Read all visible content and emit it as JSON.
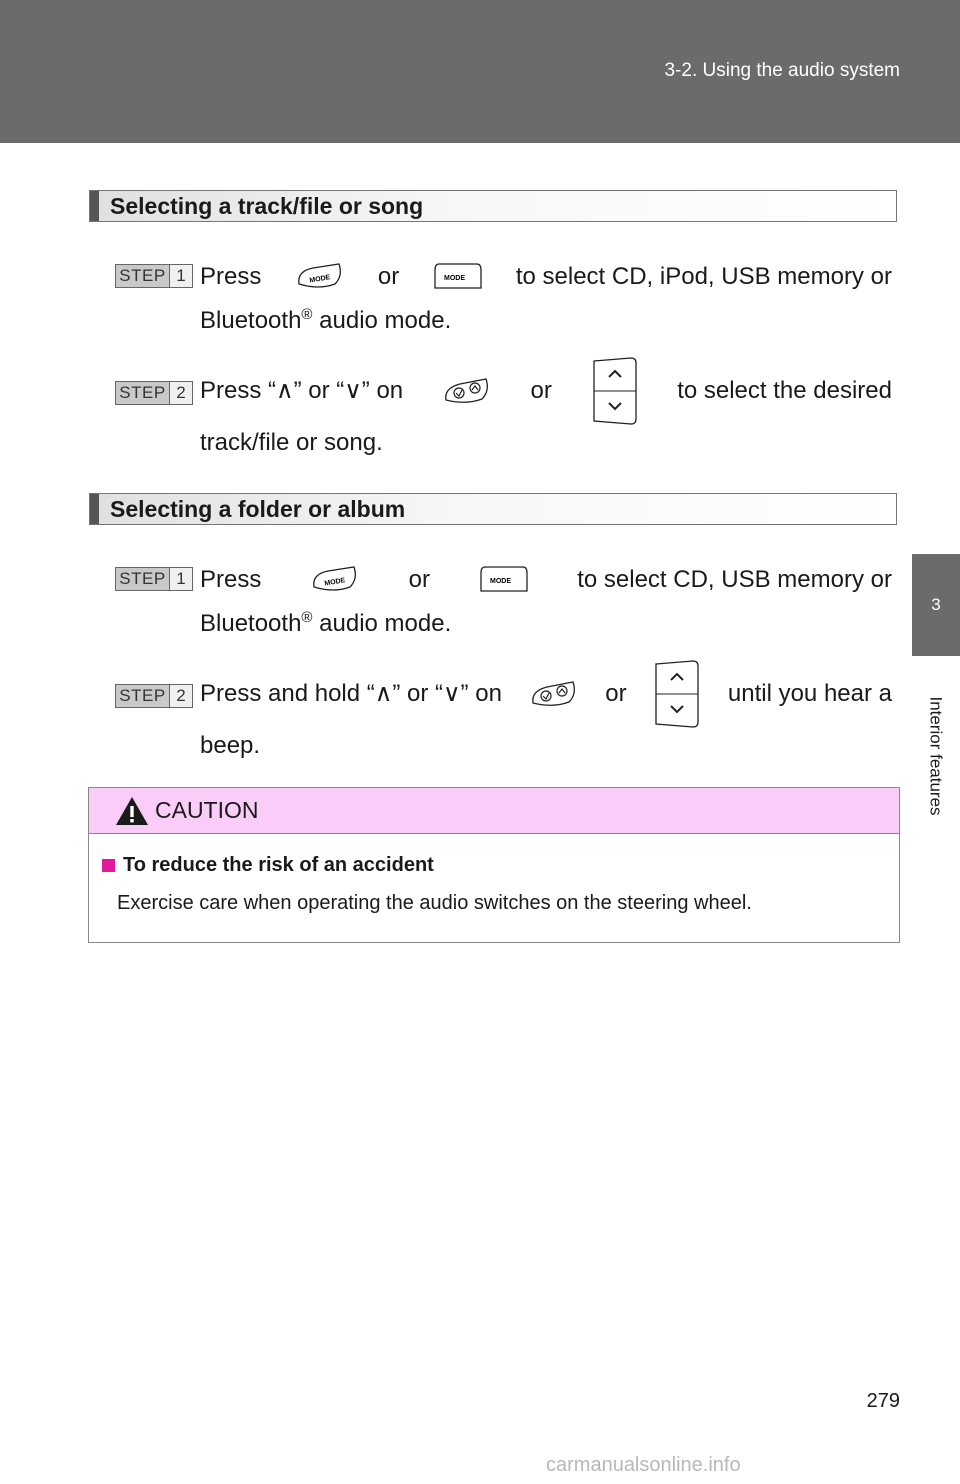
{
  "header": {
    "title": "3-2. Using the audio system"
  },
  "side": {
    "chapter_number": "3",
    "chapter_label": "Interior features"
  },
  "sections": [
    {
      "heading": "Selecting a track/file or song",
      "steps": [
        {
          "step_word": "STEP",
          "step_num": "1",
          "press": "Press",
          "or": "or",
          "rest": "to select CD, iPod, USB memory or",
          "line2": "Bluetooth",
          "reg": "®",
          "line2_rest": " audio mode."
        },
        {
          "step_word": "STEP",
          "step_num": "2",
          "lead": "Press “∧” or “∨” on",
          "or": "or",
          "rest": "to select the desired",
          "line2": "track/file or song."
        }
      ]
    },
    {
      "heading": "Selecting a folder or album",
      "steps": [
        {
          "step_word": "STEP",
          "step_num": "1",
          "press": "Press",
          "or": "or",
          "rest": "to select CD, USB memory or",
          "line2": "Bluetooth",
          "reg": "®",
          "line2_rest": " audio mode."
        },
        {
          "step_word": "STEP",
          "step_num": "2",
          "lead": "Press and hold “∧” or “∨” on",
          "or": "or",
          "rest": "until you hear a",
          "line2": "beep."
        }
      ]
    }
  ],
  "icons": {
    "mode_label": "MODE",
    "mode_button": "mode-button-icon",
    "seek_switch": "seek-switch-icon",
    "up_down_switch": "up-down-switch-icon",
    "warning": "warning-triangle-icon"
  },
  "caution": {
    "title": "CAUTION",
    "subheading": "To reduce the risk of an accident",
    "body": "Exercise care when operating the audio switches on the steering wheel."
  },
  "page_number": "279",
  "watermark": "carmanualsonline.info",
  "colors": {
    "header_bg": "#6b6b6b",
    "caution_bg": "#f9cdf7",
    "caution_bullet": "#e3189f"
  }
}
